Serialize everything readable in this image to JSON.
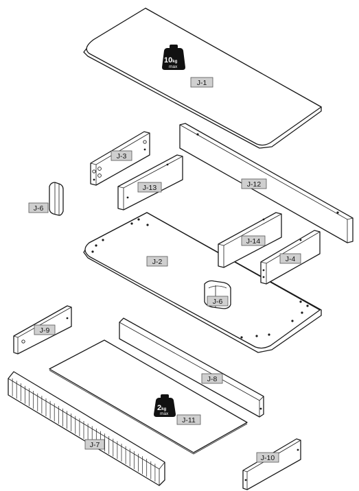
{
  "parts": {
    "j1": "J-1",
    "j2": "J-2",
    "j3": "J-3",
    "j4": "J-4",
    "j6_left": "J-6",
    "j6_center": "J-6",
    "j7": "J-7",
    "j8": "J-8",
    "j9": "J-9",
    "j10": "J-10",
    "j11": "J-11",
    "j12": "J-12",
    "j13": "J-13",
    "j14": "J-14"
  },
  "weight_limits": {
    "top_shelf": {
      "value": "10",
      "unit": "kg",
      "note": "max"
    },
    "back_panel": {
      "value": "2",
      "unit": "kg",
      "note": "max"
    }
  },
  "colors": {
    "label_bg": "#cfcfcf",
    "line": "#1a1a1a",
    "weight_icon": "#111111"
  }
}
